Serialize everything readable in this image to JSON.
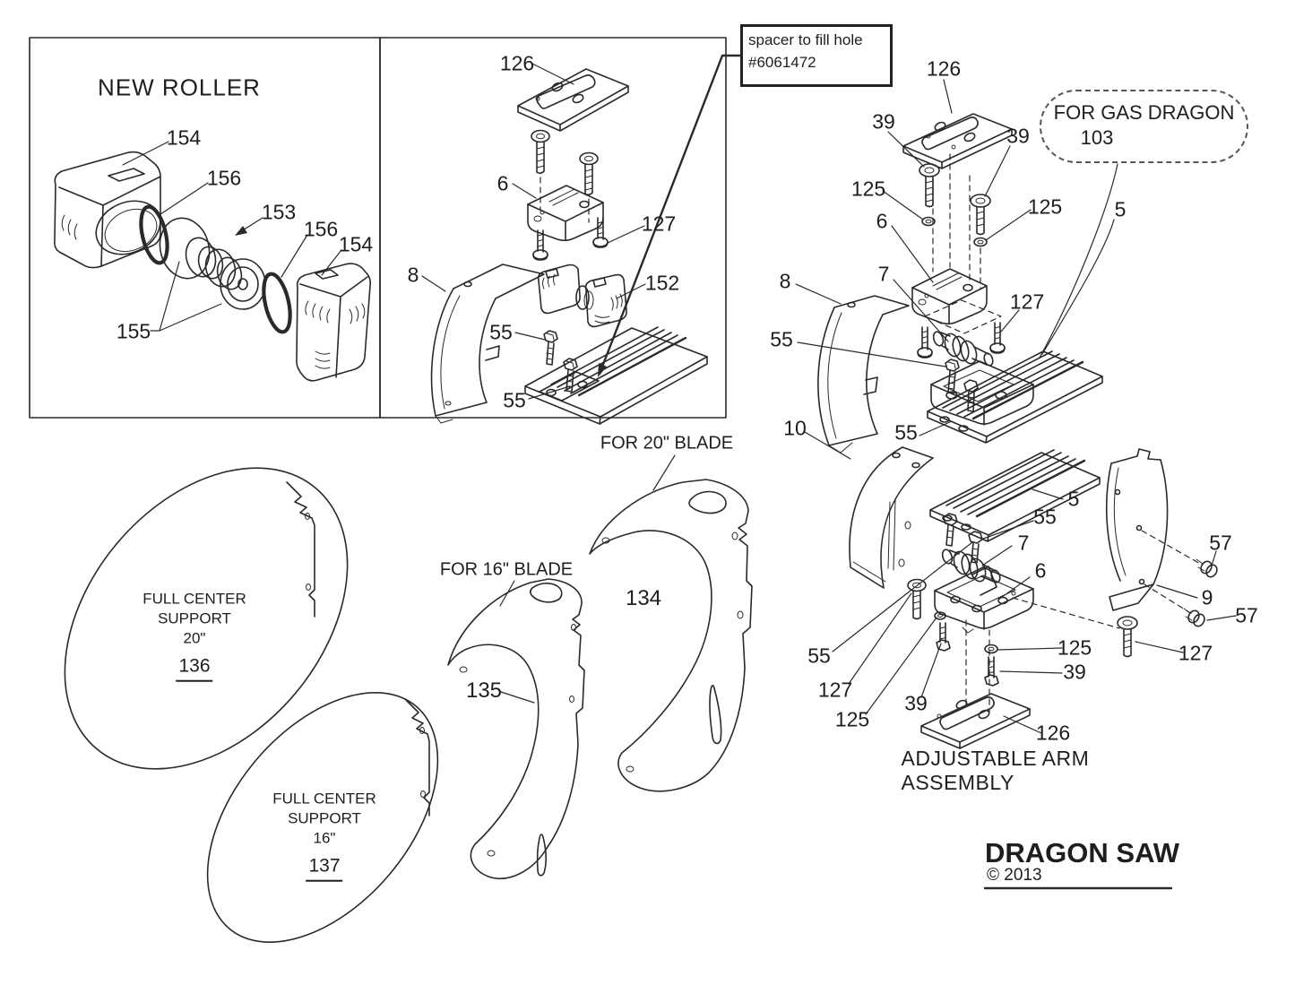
{
  "new_roller": {
    "title": "NEW ROLLER",
    "cap_left": "154",
    "oring_left": "156",
    "roller": "153",
    "oring_right": "156",
    "cap_right": "154",
    "stack": "155"
  },
  "bracket_box": {
    "plate": "126",
    "block": "6",
    "screws": "127",
    "cover": "8",
    "roller": "152",
    "bolt_a": "55",
    "bolt_b": "55"
  },
  "callout": {
    "line1": "spacer to fill hole",
    "line2": "#6061472"
  },
  "gas_dragon": {
    "title": "FOR GAS DRAGON",
    "part": "103"
  },
  "assembly": {
    "caption": "ADJUSTABLE ARM ASSEMBLY",
    "plate_top": "126",
    "screw_39_left": "39",
    "screw_39_right": "39",
    "washer_left": "125",
    "washer_right": "125",
    "block_upper": "6",
    "roller_upper": "7",
    "cover_left": "8",
    "screw_127_upper": "127",
    "bolt_55_left": "55",
    "rail_top": "5",
    "guard": "10",
    "bolt_55_mid": "55",
    "rail_mid": "5",
    "bolt_55_lower": "55",
    "roller_lower": "7",
    "block_lower": "6",
    "screw_57_top": "57",
    "cover_right": "9",
    "screw_57_bottom": "57",
    "bolt_55_bottom": "55",
    "screw_127_bottom": "127",
    "washer_bottom_left": "125",
    "screw_39_bottom": "39",
    "washer_bottom_right": "125",
    "screw_39_bottom_right": "39",
    "screw_127_right": "127",
    "plate_bottom": "126"
  },
  "supports": {
    "support_20": {
      "line1": "FULL CENTER",
      "line2": "SUPPORT",
      "line3": "20\"",
      "part": "136"
    },
    "support_16": {
      "line1": "FULL CENTER",
      "line2": "SUPPORT",
      "line3": "16\"",
      "part": "137"
    },
    "blade_20": {
      "caption": "FOR 20\" BLADE",
      "part": "134"
    },
    "blade_16": {
      "caption": "FOR 16\" BLADE",
      "part": "135"
    }
  },
  "brand": {
    "name": "DRAGON SAW",
    "copyright": "© 2013"
  }
}
